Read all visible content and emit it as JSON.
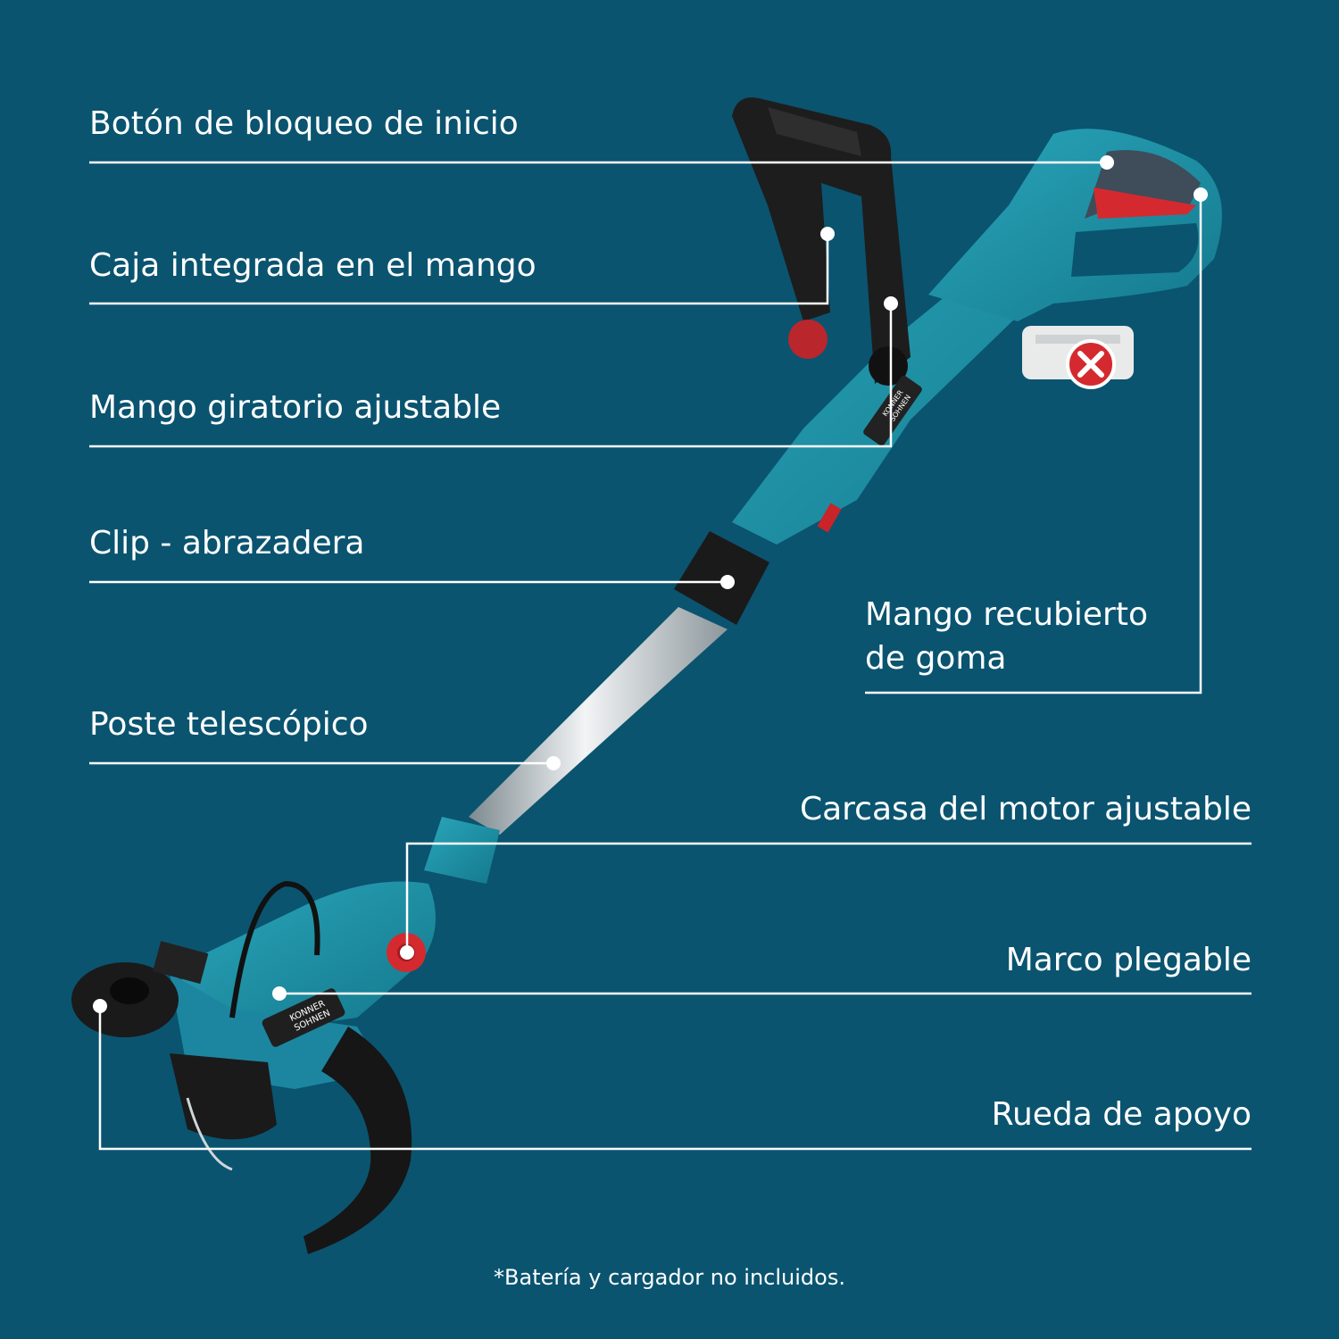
{
  "colors": {
    "background": "#0a5470",
    "leader_line": "#ffffff",
    "tool_teal": "#1e8ea3",
    "tool_black": "#1a1a1a",
    "accent_red": "#d42a2f"
  },
  "labels": {
    "start_lock_button": "Botón de bloqueo de inicio",
    "handle_box": "Caja integrada en el mango",
    "rotating_handle": "Mango giratorio ajustable",
    "clip_clamp": "Clip - abrazadera",
    "telescopic_pole": "Poste telescópico",
    "rubber_handle_line1": "Mango recubierto",
    "rubber_handle_line2": "de goma",
    "motor_housing": "Carcasa del motor ajustable",
    "folding_frame": "Marco plegable",
    "support_wheel": "Rueda de apoyo"
  },
  "brand": {
    "logo_text_1": "KONNER",
    "logo_text_2": "SOHNEN"
  },
  "footnote": "*Batería y cargador no incluidos."
}
